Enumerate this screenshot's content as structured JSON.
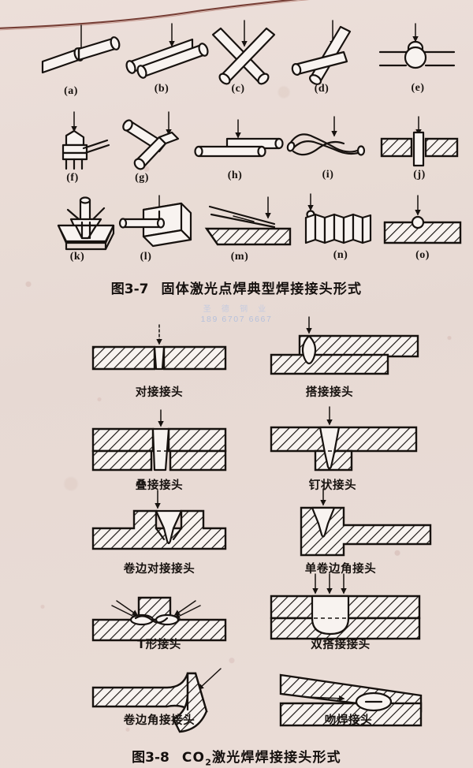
{
  "page": {
    "background_color": "#f4ece9",
    "ink_color": "#17120f",
    "scan_arc_color": "#6b2f26"
  },
  "watermark": {
    "name": "圣 德 钢 业",
    "phone": "189 6707 6667",
    "color": "#b9c6e4"
  },
  "figure_3_7": {
    "caption_number": "图3-7",
    "caption_title": "固体激光点焊典型焊接接头形式",
    "items": [
      {
        "key": "a",
        "label": "(a)",
        "desc": "两圆棒对接点焊"
      },
      {
        "key": "b",
        "label": "(b)",
        "desc": "两圆棒并列搭接点焊"
      },
      {
        "key": "c",
        "label": "(c)",
        "desc": "两圆棒交叉点焊"
      },
      {
        "key": "d",
        "label": "(d)",
        "desc": "圆棒T形交叉点焊"
      },
      {
        "key": "e",
        "label": "(e)",
        "desc": "丝与板穿透球焊"
      },
      {
        "key": "f",
        "label": "(f)",
        "desc": "丝绕柱缠绕点焊"
      },
      {
        "key": "g",
        "label": "(g)",
        "desc": "两圆棒折角点焊"
      },
      {
        "key": "h",
        "label": "(h)",
        "desc": "圆棒搭接并列点焊"
      },
      {
        "key": "i",
        "label": "(i)",
        "desc": "两丝绞合点焊"
      },
      {
        "key": "j",
        "label": "(j)",
        "desc": "薄片插入板中点焊"
      },
      {
        "key": "k",
        "label": "(k)",
        "desc": "柱销插入板孔点焊"
      },
      {
        "key": "l",
        "label": "(l)",
        "desc": "丝与板块侧面点焊"
      },
      {
        "key": "m",
        "label": "(m)",
        "desc": "细丝与板面搭接点焊"
      },
      {
        "key": "n",
        "label": "(n)",
        "desc": "螺旋弹簧端部点焊"
      },
      {
        "key": "o",
        "label": "(o)",
        "desc": "球与板面点焊"
      }
    ]
  },
  "figure_3_8": {
    "caption_number": "图3-8",
    "caption_title_pre": "CO",
    "caption_title_sub": "2",
    "caption_title_post": "激光焊焊接接头形式",
    "items": [
      {
        "key": "butt",
        "label": "对接接头",
        "row": 1,
        "col": 1
      },
      {
        "key": "lap",
        "label": "搭接接头",
        "row": 1,
        "col": 2
      },
      {
        "key": "stack",
        "label": "叠接接头",
        "row": 2,
        "col": 1
      },
      {
        "key": "nail",
        "label": "钉状接头",
        "row": 2,
        "col": 2
      },
      {
        "key": "flange-butt",
        "label": "卷边对接接头",
        "row": 3,
        "col": 1
      },
      {
        "key": "single-flange",
        "label": "单卷边角接头",
        "row": 3,
        "col": 2
      },
      {
        "key": "tee",
        "label": "T形接头",
        "row": 4,
        "col": 1
      },
      {
        "key": "double-lap",
        "label": "双搭接接头",
        "row": 4,
        "col": 2
      },
      {
        "key": "flange-corner",
        "label": "卷边角接接头",
        "row": 5,
        "col": 1
      },
      {
        "key": "kiss",
        "label": "吻焊接头",
        "row": 5,
        "col": 2
      }
    ]
  }
}
